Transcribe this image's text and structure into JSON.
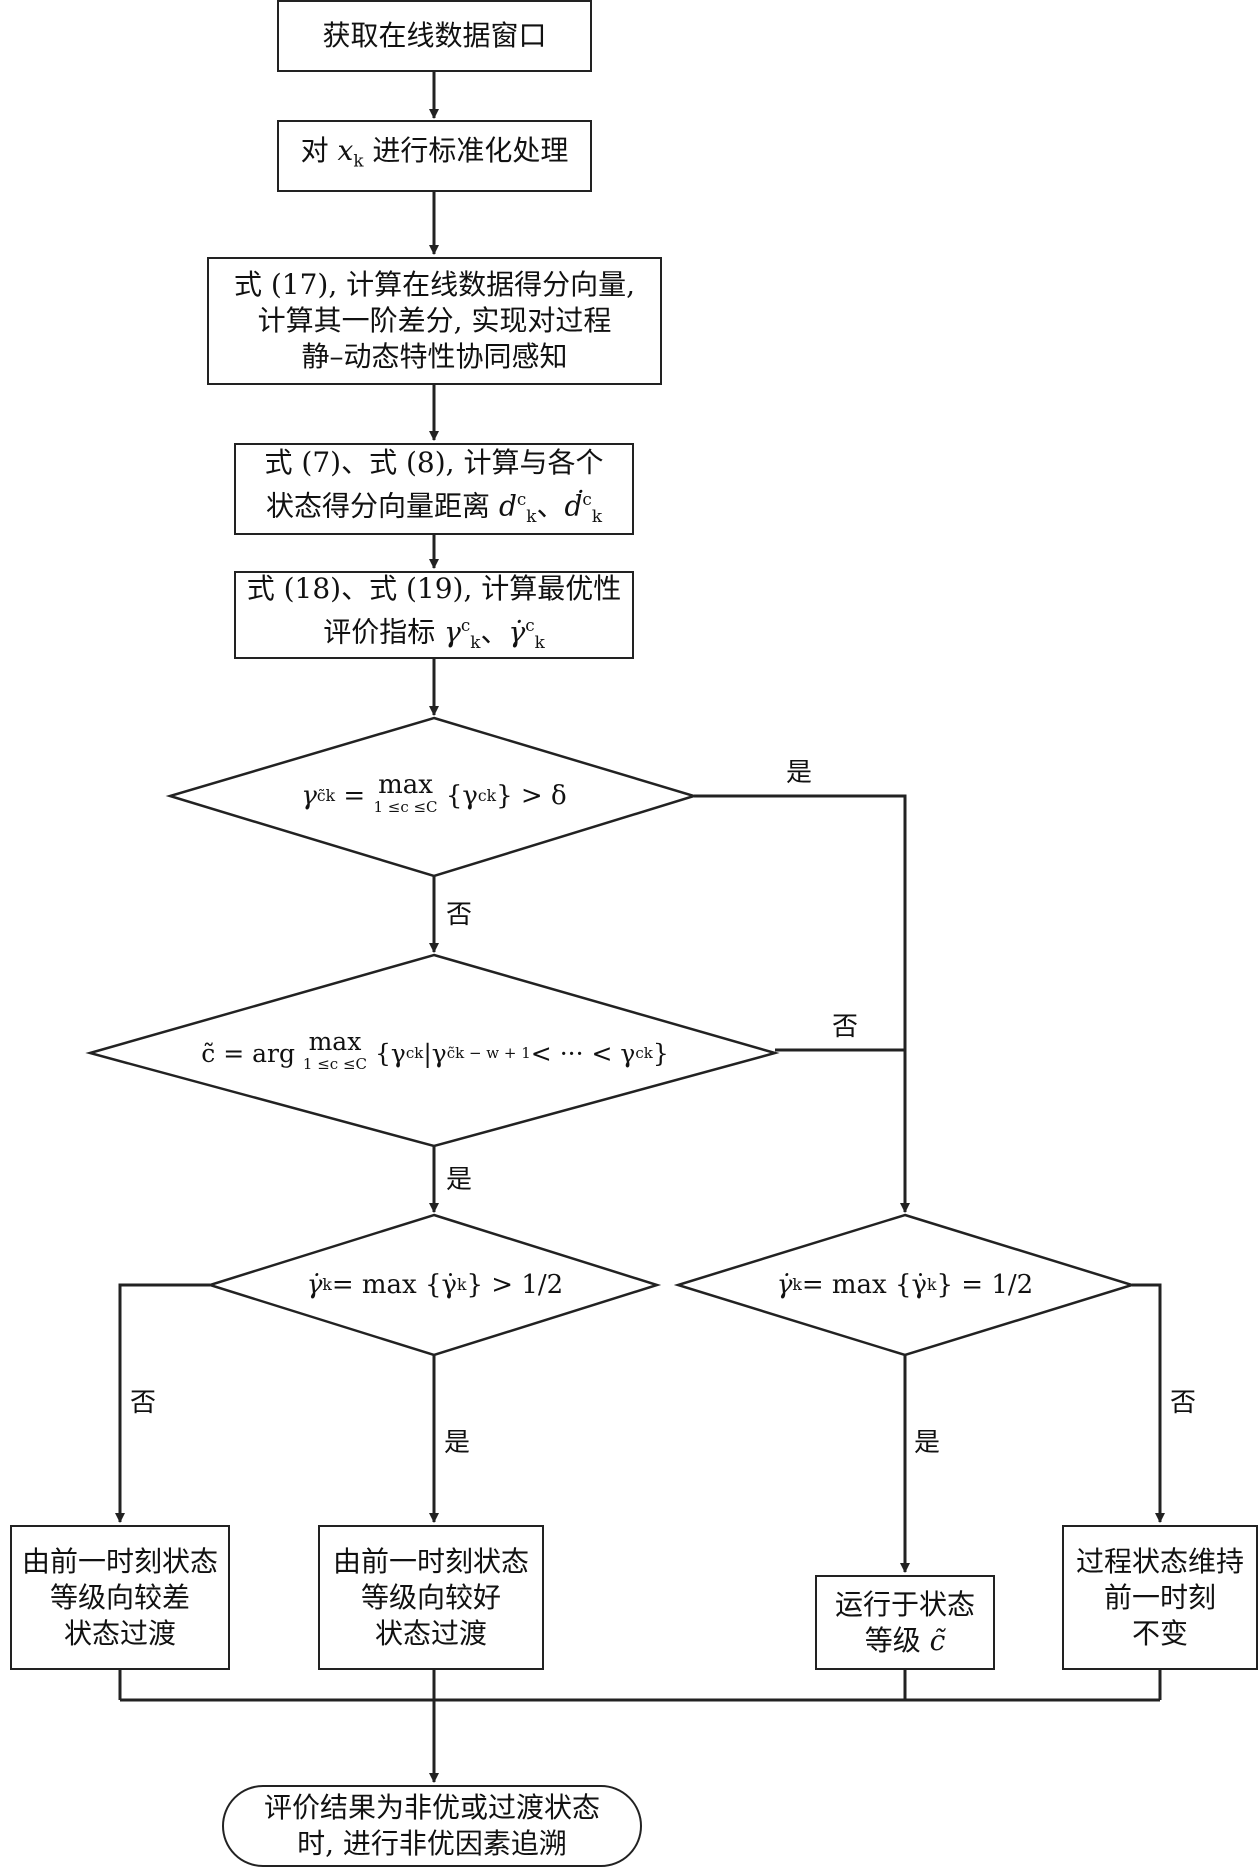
{
  "steps": {
    "s1": "获取在线数据窗口",
    "s2": {
      "pre": "对",
      "var": "x",
      "sub": "k",
      "post": "进行标准化处理"
    },
    "s3": {
      "line1": "式 (17), 计算在线数据得分向量,",
      "line2": "计算其一阶差分, 实现对过程",
      "line3": "静–动态特性协同感知"
    },
    "s4": {
      "line1": "式 (7)、式 (8), 计算与各个",
      "line2_pre": "状态得分向量距离",
      "d1": "d",
      "d2": "ḋ",
      "sub": "k",
      "sup": "c",
      "sep": "、"
    },
    "s5": {
      "line1": "式 (18)、式 (19), 计算最优性",
      "line2_pre": "评价指标",
      "g1": "γ",
      "g2": "γ̇",
      "sub": "k",
      "sup": "c",
      "sep": "、"
    }
  },
  "decisions": {
    "d1": "γ_k^c̃ = max_{1≤c≤C} {γ_k^c} > δ",
    "d2": "c̃ = arg max_{1≤c≤C} {γ_k^c | γ_{k−w+1}^c̃ < ··· < γ_k^c}",
    "d3": "γ̇_k = max {γ̇_k} > 1/2",
    "d4": "γ̇_k = max {γ̇_k} = 1/2"
  },
  "math": {
    "d1_lhs": "γ",
    "d1_sup": "c̃",
    "d1_sub": "k",
    "d1_max": "max",
    "d1_range": "1 ≤c ≤C",
    "d1_rhs": "{γ",
    "d1_rhs2": "} > δ",
    "d2_lhs": "c̃ = arg",
    "d2_max": "max",
    "d2_range": "1 ≤c ≤C",
    "d2_a": "{γ",
    "d2_b": "|γ",
    "d2_b_sub": "k − w + 1",
    "d2_c": " < ··· < γ",
    "d2_end": "}",
    "d3_text": "γ̇",
    "d3_mid": " = max {γ̇",
    "d3_end": "} > 1/2",
    "d4_text": "γ̇",
    "d4_mid": " = max {γ̇",
    "d4_end": "} = 1/2"
  },
  "outcomes": {
    "worse": {
      "line1": "由前一时刻状态",
      "line2": "等级向较差",
      "line3": "状态过渡"
    },
    "better": {
      "line1": "由前一时刻状态",
      "line2": "等级向较好",
      "line3": "状态过渡"
    },
    "run": {
      "line1": "运行于状态",
      "line2_pre": "等级",
      "var": "c̃"
    },
    "keep": {
      "line1": "过程状态维持",
      "line2": "前一时刻",
      "line3": "不变"
    }
  },
  "terminal": {
    "line1": "评价结果为非优或过渡状态",
    "line2": "时, 进行非优因素追溯"
  },
  "labels": {
    "yes": "是",
    "no": "否"
  }
}
